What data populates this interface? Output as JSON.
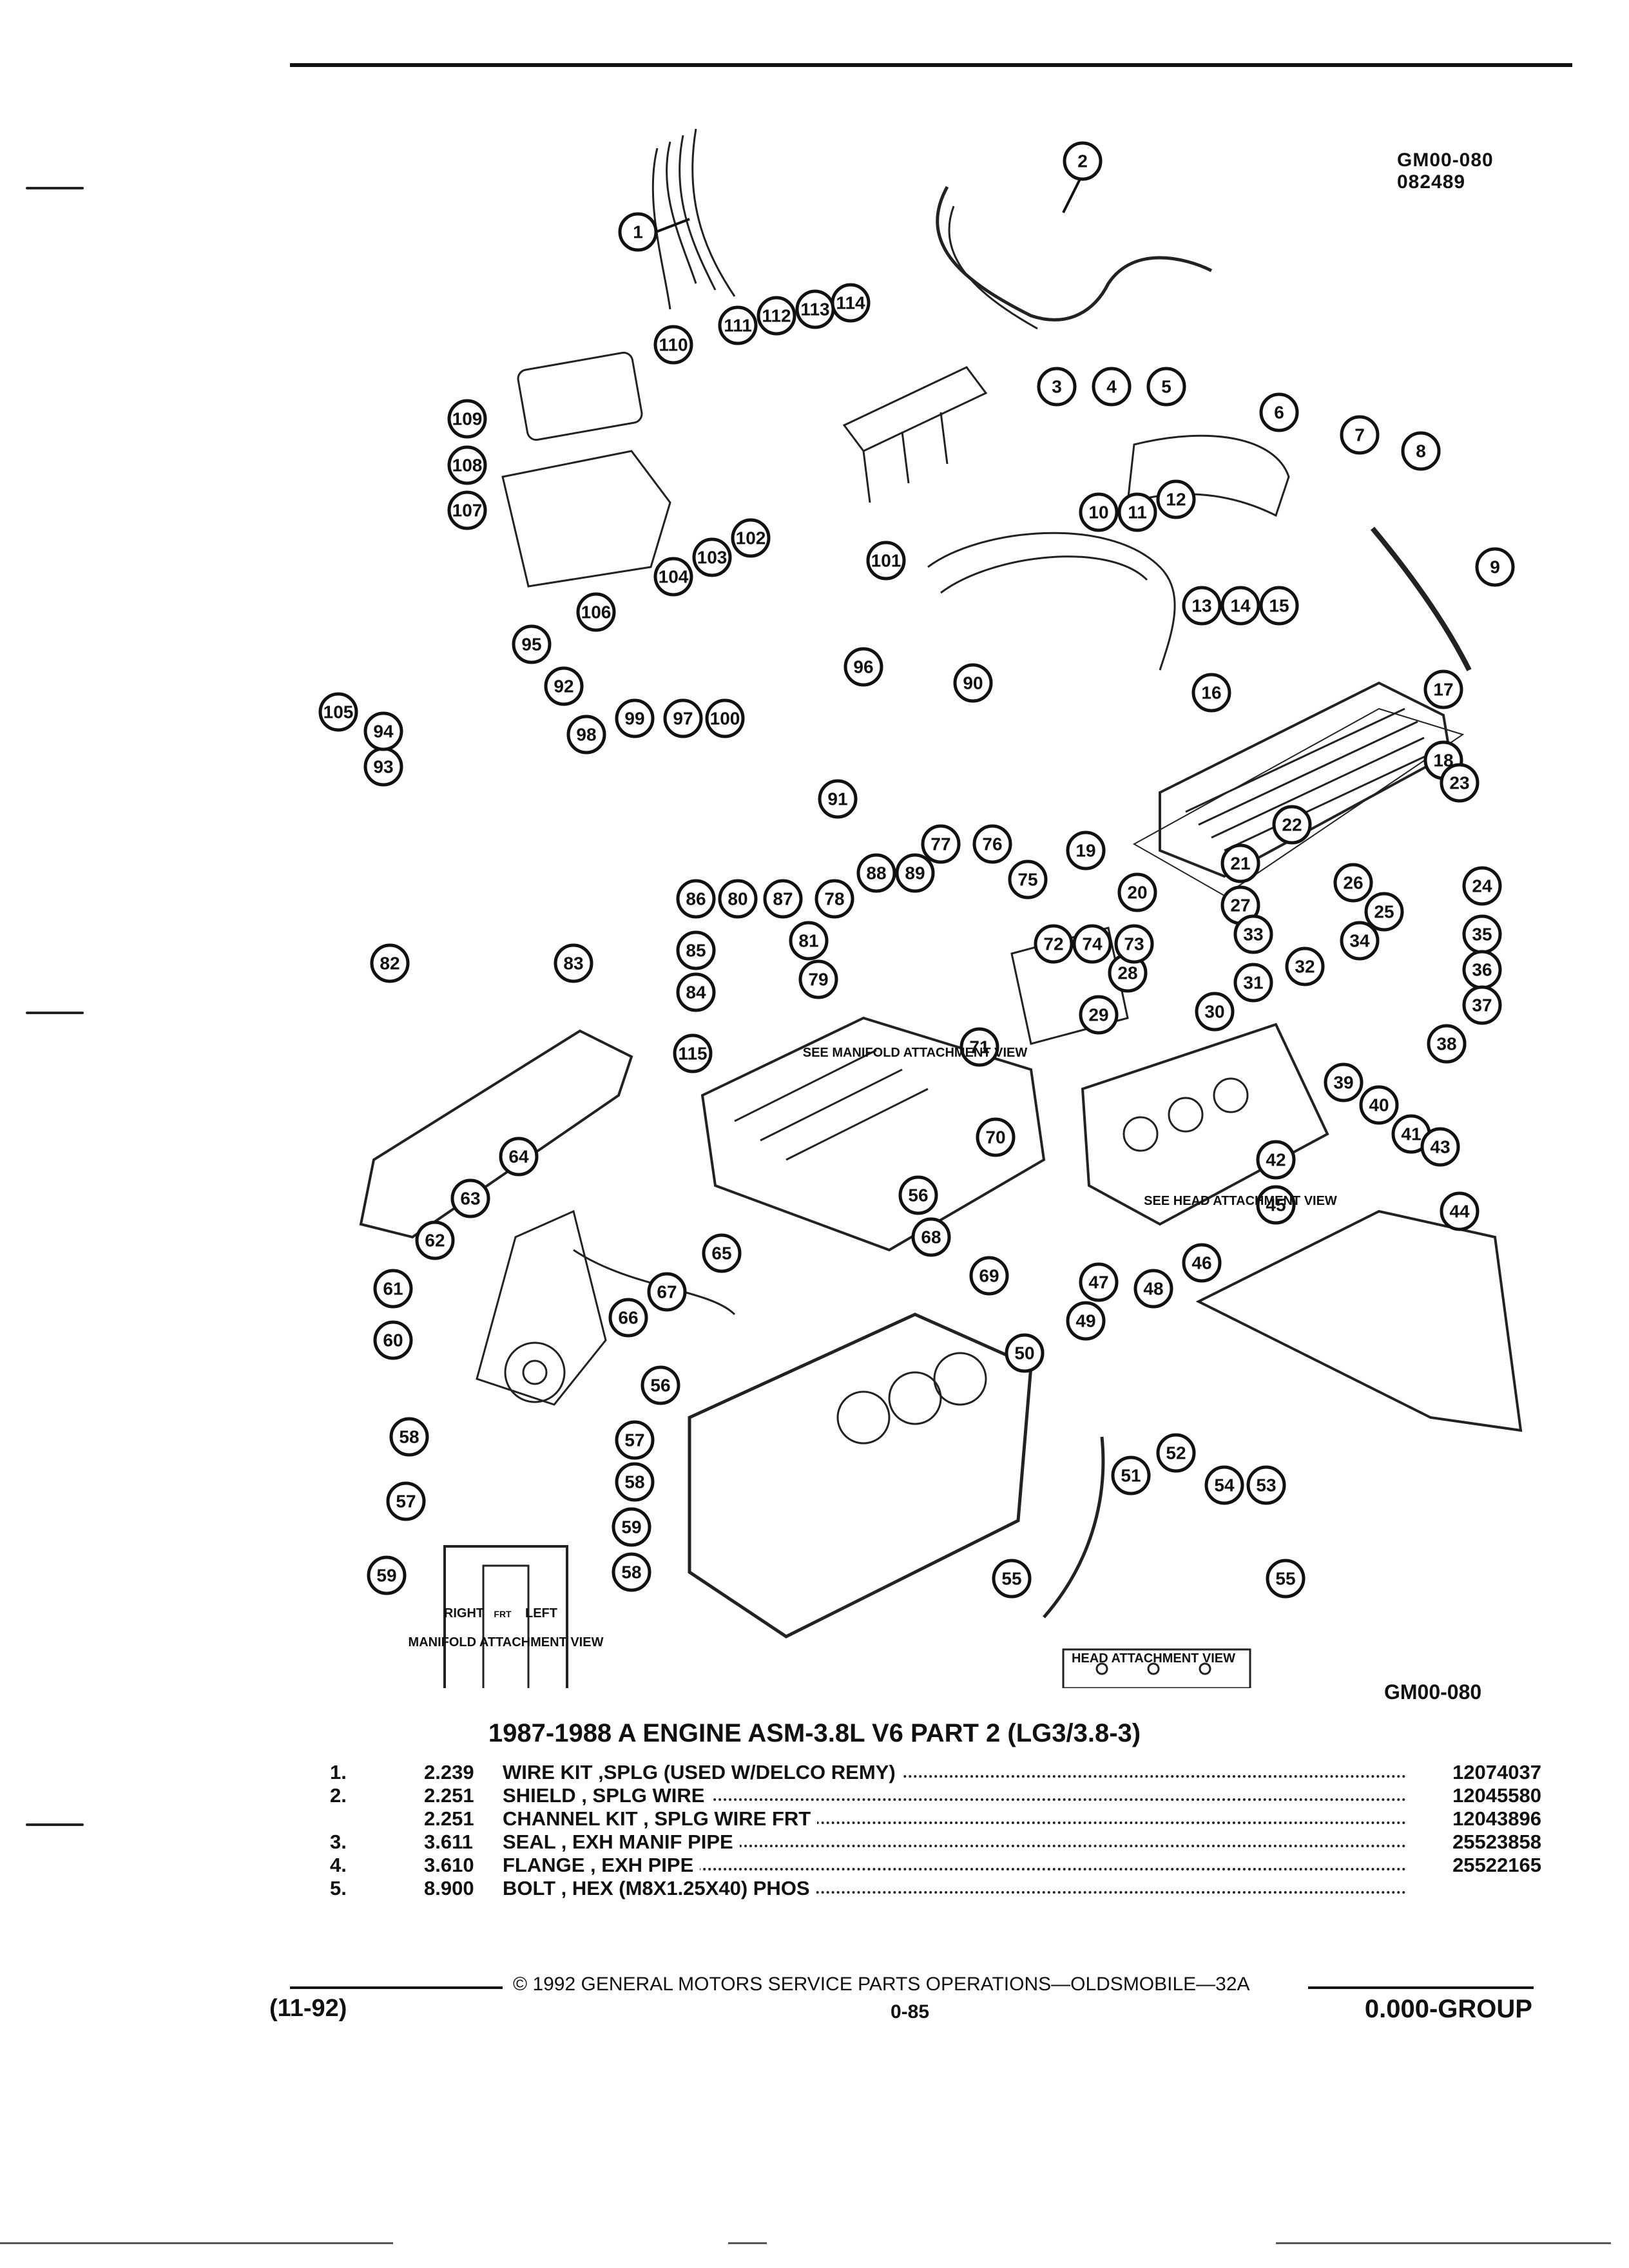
{
  "header": {
    "figure_code": "GM00-080",
    "figure_date": "082489"
  },
  "figure": {
    "callouts": [
      "1",
      "2",
      "3",
      "4",
      "5",
      "6",
      "7",
      "8",
      "9",
      "10",
      "11",
      "12",
      "13",
      "14",
      "15",
      "16",
      "17",
      "18",
      "19",
      "20",
      "21",
      "22",
      "23",
      "24",
      "25",
      "26",
      "27",
      "28",
      "29",
      "30",
      "31",
      "32",
      "33",
      "34",
      "35",
      "36",
      "37",
      "38",
      "39",
      "40",
      "41",
      "42",
      "43",
      "44",
      "45",
      "46",
      "47",
      "48",
      "49",
      "50",
      "51",
      "52",
      "53",
      "54",
      "55",
      "56",
      "57",
      "58",
      "59",
      "60",
      "61",
      "62",
      "63",
      "64",
      "65",
      "66",
      "67",
      "68",
      "69",
      "70",
      "71",
      "72",
      "73",
      "74",
      "75",
      "76",
      "77",
      "78",
      "79",
      "80",
      "81",
      "82",
      "83",
      "84",
      "85",
      "86",
      "87",
      "88",
      "89",
      "90",
      "91",
      "92",
      "93",
      "94",
      "95",
      "96",
      "97",
      "98",
      "99",
      "100",
      "101",
      "102",
      "103",
      "104",
      "105",
      "106",
      "107",
      "108",
      "109",
      "110",
      "111",
      "112",
      "113",
      "114",
      "115"
    ],
    "notes": {
      "see_manifold": "SEE MANIFOLD ATTACHMENT VIEW",
      "see_head": "SEE HEAD ATTACHMENT VIEW",
      "right": "RIGHT",
      "frt": "FRT",
      "left": "LEFT",
      "manifold_view": "MANIFOLD ATTACHMENT VIEW",
      "head_view": "HEAD ATTACHMENT VIEW"
    },
    "bottom_code": "GM00-080"
  },
  "title": "1987-1988 A ENGINE ASM-3.8L V6 PART 2 (LG3/3.8-3)",
  "parts": [
    {
      "num": "1.",
      "qty": "2.239",
      "desc": "WIRE KIT ,SPLG (USED W/DELCO REMY)",
      "pn": "12074037"
    },
    {
      "num": "2.",
      "qty": "2.251",
      "desc": "SHIELD , SPLG WIRE",
      "pn": "12045580"
    },
    {
      "num": "",
      "qty": "2.251",
      "desc": "CHANNEL KIT , SPLG WIRE FRT",
      "pn": "12043896"
    },
    {
      "num": "3.",
      "qty": "3.611",
      "desc": "SEAL , EXH MANIF PIPE",
      "pn": "25523858"
    },
    {
      "num": "4.",
      "qty": "3.610",
      "desc": "FLANGE , EXH PIPE",
      "pn": "25522165"
    },
    {
      "num": "5.",
      "qty": "8.900",
      "desc": "BOLT , HEX (M8X1.25X40) PHOS",
      "pn": ""
    }
  ],
  "footer": {
    "copyright": "© 1992 GENERAL MOTORS SERVICE PARTS OPERATIONS—OLDSMOBILE—32A",
    "date": "(11-92)",
    "page": "0-85",
    "group": "0.000-GROUP"
  }
}
